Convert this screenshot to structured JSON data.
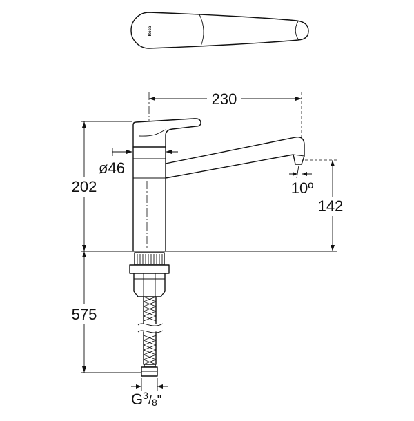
{
  "logo": {
    "text": "Roca"
  },
  "dimensions": {
    "spout_reach": "230",
    "body_diameter": "ø46",
    "total_height": "202",
    "spout_height": "142",
    "spout_angle": "10º",
    "hose_length": "575",
    "connection": {
      "prefix": "G",
      "numerator": "3",
      "slash": "/",
      "denominator": "8",
      "suffix": "\""
    }
  },
  "colors": {
    "line": "#111111",
    "background": "#ffffff"
  }
}
